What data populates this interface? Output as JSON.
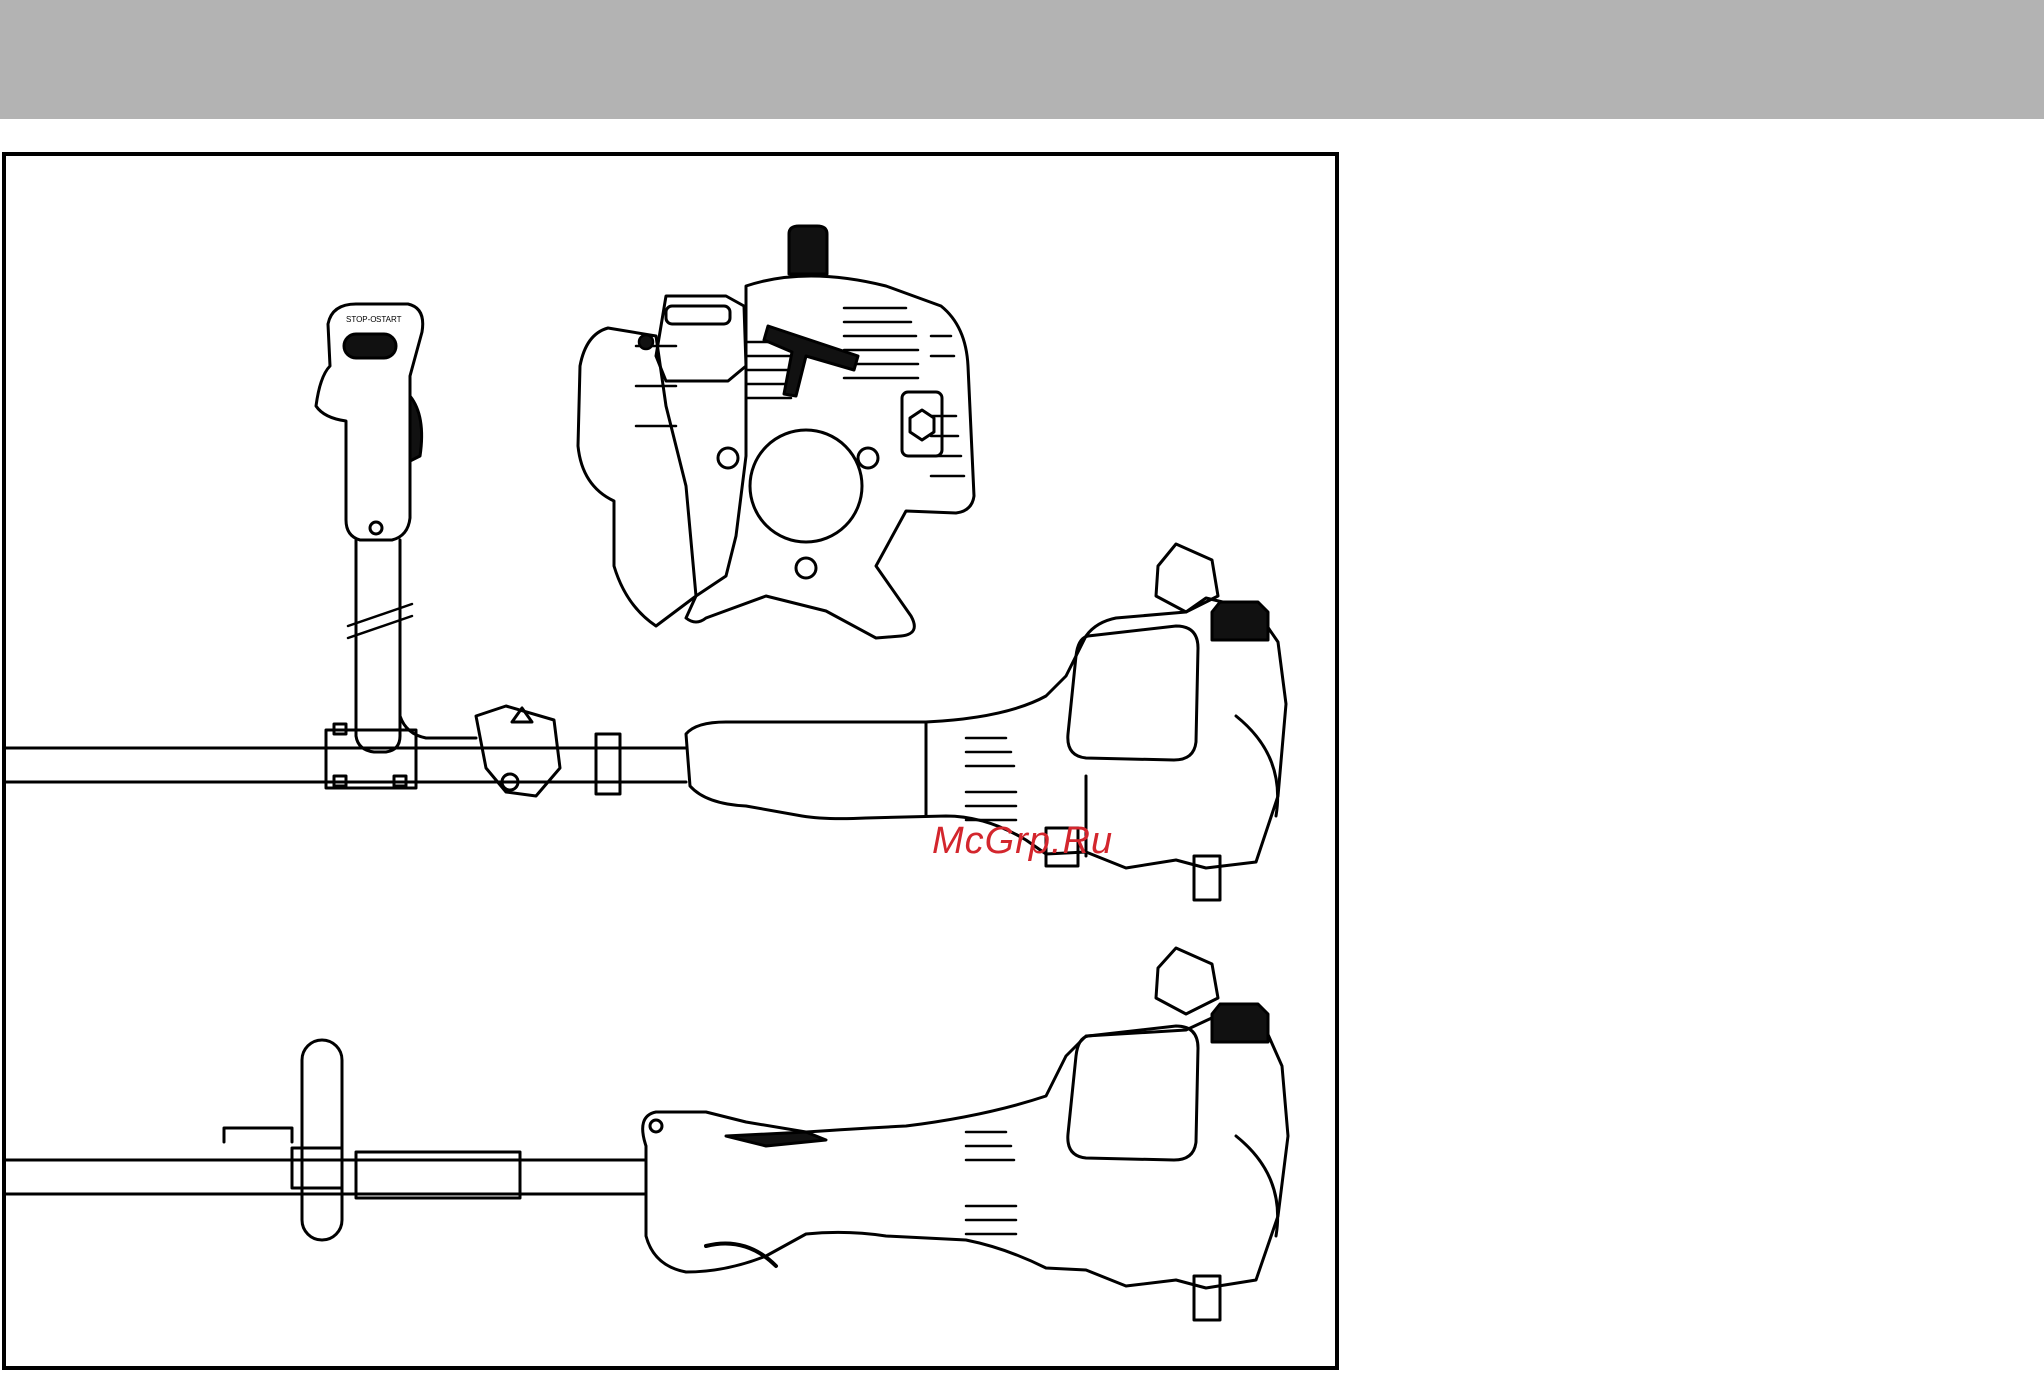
{
  "page": {
    "header_band_color": "#b3b3b3"
  },
  "illustration": {
    "grip_label_stop": "STOP-O",
    "grip_label_start": "START",
    "watermark": "McGrp.Ru",
    "watermark_color": "#d3262d"
  }
}
